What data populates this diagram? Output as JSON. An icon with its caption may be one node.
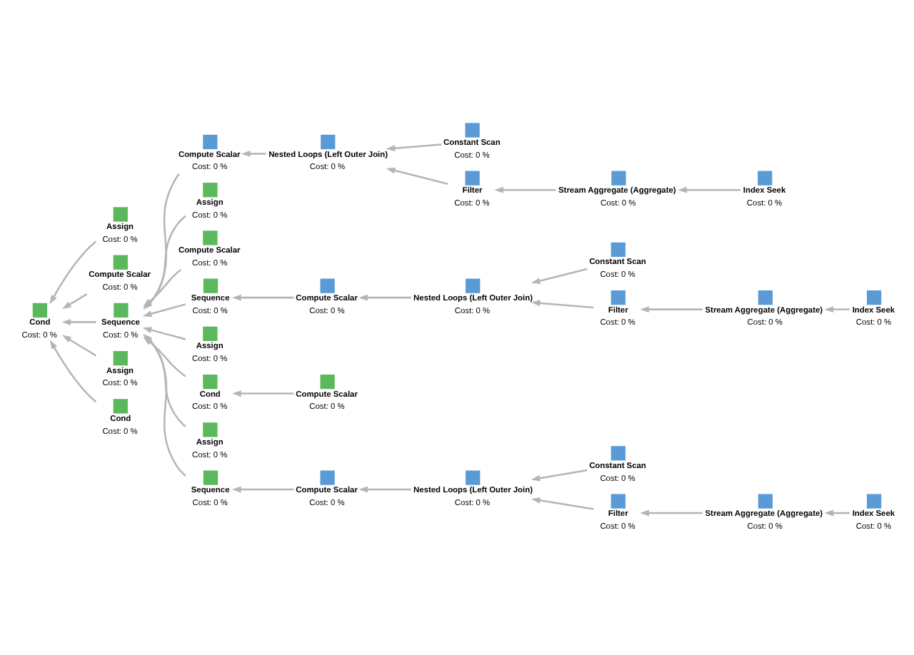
{
  "diagram": {
    "nodes": [
      {
        "text": [
          "Cond",
          "Cost: 0 %"
        ]
      },
      {
        "text": [
          "Assign",
          "Cost: 0 %"
        ]
      },
      {
        "text": [
          "Compute Scalar",
          "Cost: 0 %"
        ]
      },
      {
        "text": [
          "Sequence",
          "Cost: 0 %"
        ]
      },
      {
        "text": [
          "Assign",
          "Cost: 0 %"
        ]
      },
      {
        "text": [
          "Cond",
          "Cost: 0 %"
        ]
      },
      {
        "text": [
          "Compute Scalar",
          "Cost: 0 %"
        ]
      },
      {
        "text": [
          "Nested Loops (Left Outer Join)",
          "Cost: 0 %"
        ]
      },
      {
        "text": [
          "Constant Scan",
          "Cost: 0 %"
        ]
      },
      {
        "text": [
          "Filter",
          "Cost: 0 %"
        ]
      },
      {
        "text": [
          "Stream Aggregate (Aggregate)",
          "Cost: 0 %"
        ]
      },
      {
        "text": [
          "Index Seek",
          "Cost: 0 %"
        ]
      },
      {
        "text": [
          "Assign",
          "Cost: 0 %"
        ]
      },
      {
        "text": [
          "Compute Scalar",
          "Cost: 0 %"
        ]
      },
      {
        "text": [
          "Sequence",
          "Cost: 0 %"
        ]
      },
      {
        "text": [
          "Compute Scalar",
          "Cost: 0 %"
        ]
      },
      {
        "text": [
          "Nested Loops (Left Outer Join)",
          "Cost: 0 %"
        ]
      },
      {
        "text": [
          "Constant Scan",
          "Cost: 0 %"
        ]
      },
      {
        "text": [
          "Filter",
          "Cost: 0 %"
        ]
      },
      {
        "text": [
          "Stream Aggregate (Aggregate)",
          "Cost: 0 %"
        ]
      },
      {
        "text": [
          "Index Seek",
          "Cost: 0 %"
        ]
      },
      {
        "text": [
          "Assign",
          "Cost: 0 %"
        ]
      },
      {
        "text": [
          "Cond",
          "Cost: 0 %"
        ]
      },
      {
        "text": [
          "Compute Scalar",
          "Cost: 0 %"
        ]
      },
      {
        "text": [
          "Assign",
          "Cost: 0 %"
        ]
      },
      {
        "text": [
          "Sequence",
          "Cost: 0 %"
        ]
      },
      {
        "text": [
          "Compute Scalar",
          "Cost: 0 %"
        ]
      },
      {
        "text": [
          "Nested Loops (Left Outer Join)",
          "Cost: 0 %"
        ]
      },
      {
        "text": [
          "Constant Scan",
          "Cost: 0 %"
        ]
      },
      {
        "text": [
          "Filter",
          "Cost: 0 %"
        ]
      },
      {
        "text": [
          "Stream Aggregate (Aggregate)",
          "Cost: 0 %"
        ]
      },
      {
        "text": [
          "Index Seek",
          "Cost: 0 %"
        ]
      }
    ],
    "edges": [
      {
        "from": 1,
        "to": 0,
        "arrow": "to"
      },
      {
        "from": 2,
        "to": 0,
        "arrow": "to"
      },
      {
        "from": 3,
        "to": 0,
        "arrow": "to"
      },
      {
        "from": 4,
        "to": 0,
        "arrow": "to"
      },
      {
        "from": 5,
        "to": 0,
        "arrow": "to"
      },
      {
        "from": 6,
        "to": 3,
        "arrow": "to"
      },
      {
        "from": 7,
        "to": 6,
        "arrow": "to"
      },
      {
        "from": 8,
        "to": 7,
        "arrow": "to"
      },
      {
        "from": 9,
        "to": 7,
        "arrow": "to"
      },
      {
        "from": 10,
        "to": 9,
        "arrow": "to"
      },
      {
        "from": 11,
        "to": 10,
        "arrow": "to"
      },
      {
        "from": 12,
        "to": 3,
        "arrow": "to"
      },
      {
        "from": 13,
        "to": 3,
        "arrow": "to"
      },
      {
        "from": 14,
        "to": 3,
        "arrow": "to"
      },
      {
        "from": 15,
        "to": 14,
        "arrow": "to"
      },
      {
        "from": 16,
        "to": 15,
        "arrow": "to"
      },
      {
        "from": 17,
        "to": 16,
        "arrow": "to"
      },
      {
        "from": 18,
        "to": 16,
        "arrow": "to"
      },
      {
        "from": 19,
        "to": 18,
        "arrow": "to"
      },
      {
        "from": 20,
        "to": 19,
        "arrow": "to"
      },
      {
        "from": 21,
        "to": 3,
        "arrow": "to"
      },
      {
        "from": 22,
        "to": 3,
        "arrow": "to"
      },
      {
        "from": 23,
        "to": 22,
        "arrow": "to"
      },
      {
        "from": 24,
        "to": 3,
        "arrow": "to"
      },
      {
        "from": 25,
        "to": 3,
        "arrow": "to"
      },
      {
        "from": 26,
        "to": 25,
        "arrow": "to"
      },
      {
        "from": 27,
        "to": 26,
        "arrow": "to"
      },
      {
        "from": 28,
        "to": 27,
        "arrow": "to"
      },
      {
        "from": 29,
        "to": 27,
        "arrow": "to"
      },
      {
        "from": 30,
        "to": 29,
        "arrow": "to"
      },
      {
        "from": 31,
        "to": 30,
        "arrow": "to"
      }
    ]
  }
}
